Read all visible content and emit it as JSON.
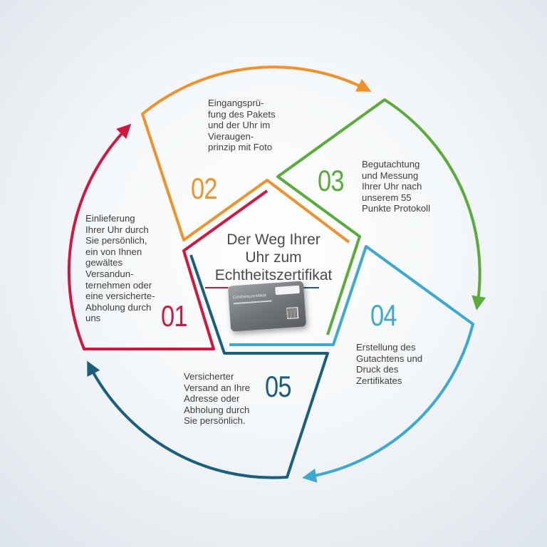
{
  "center": {
    "title": "Der Weg Ihrer\nUhr zum\nEchtheitszertifikat",
    "card_label": "Echtheitszertifikat"
  },
  "steps": [
    {
      "number": "01",
      "color": "#d2173f",
      "text": "Einlieferung\nIhrer Uhr durch\nSie persönlich,\nein von Ihnen\ngewältes\nVersandun-\nternehmen oder\neine versicherte-\nAbholung durch\nuns"
    },
    {
      "number": "02",
      "color": "#f0922a",
      "text": "Eingangsprü-\nfung des Pakets\nund der Uhr im\nVieraugen-\nprinzip mit Foto"
    },
    {
      "number": "03",
      "color": "#5aac3a",
      "text": "Begutachtung\nund Messung\nIhrer Uhr nach\nunserem 55\nPunkte Protokoll"
    },
    {
      "number": "04",
      "color": "#3ba9d1",
      "text": "Erstellung des\nGutachtens und\nDruck des\nZertifikates"
    },
    {
      "number": "05",
      "color": "#1b5f7f",
      "text": "Versicherter\nVersand an Ihre\nAdresse oder\nAbholung durch\nSie persönlich."
    }
  ]
}
